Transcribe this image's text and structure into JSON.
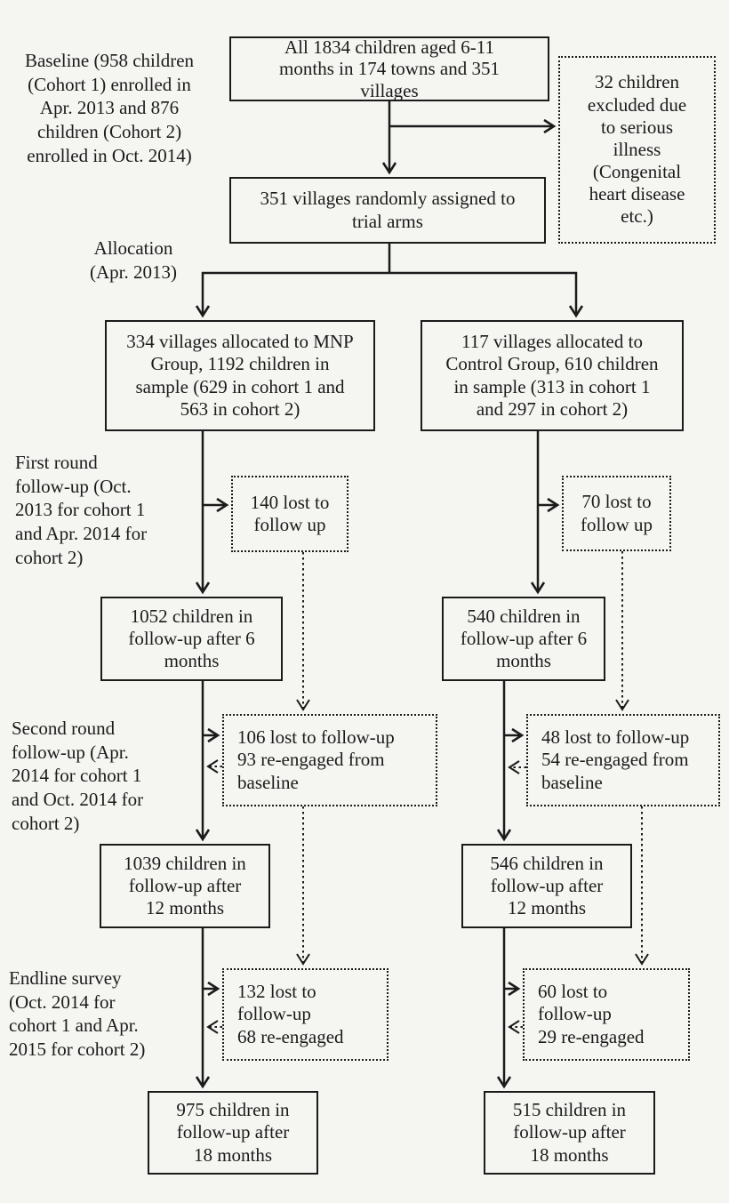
{
  "diagram": {
    "colors": {
      "background": "#f5f5f2",
      "ink": "#1b1b1b"
    },
    "labels": {
      "baseline": "Baseline (958 children\n(Cohort 1) enrolled in\nApr. 2013 and 876\nchildren (Cohort 2)\nenrolled in Oct. 2014)",
      "allocation": "Allocation\n(Apr. 2013)",
      "round1": "First round\nfollow-up (Oct.\n2013 for cohort 1\nand Apr. 2014 for\ncohort 2)",
      "round2": "Second round\nfollow-up (Apr.\n2014 for cohort 1\nand Oct. 2014 for\ncohort 2)",
      "endline": "Endline survey\n(Oct. 2014 for\ncohort 1 and Apr.\n2015 for cohort 2)"
    },
    "enrollment": "All 1834 children aged 6-11\nmonths in 174 towns and 351\nvillages",
    "excluded": "32 children\nexcluded due\nto serious\nillness\n(Congenital\nheart disease\netc.)",
    "randomization": "351 villages randomly assigned to\ntrial arms",
    "mnp": {
      "allocation": "334 villages allocated to MNP\nGroup, 1192 children in\nsample (629 in cohort 1 and\n563 in cohort 2)",
      "lost_round1": "140 lost to\nfollow up",
      "followup_6m": "1052 children in\nfollow-up after 6\nmonths",
      "lost_round2": "106 lost to follow-up\n93 re-engaged from\nbaseline",
      "followup_12m": "1039 children in\nfollow-up after\n12 months",
      "lost_round3": "132 lost to\nfollow-up\n68 re-engaged",
      "followup_18m": "975 children in\nfollow-up after\n18 months"
    },
    "control": {
      "allocation": "117 villages allocated to\nControl Group, 610 children\nin sample (313 in cohort 1\nand 297 in cohort 2)",
      "lost_round1": "70 lost to\nfollow up",
      "followup_6m": "540 children in\nfollow-up after 6\nmonths",
      "lost_round2": "48 lost to follow-up\n54 re-engaged from\nbaseline",
      "followup_12m": "546 children in\nfollow-up after\n12 months",
      "lost_round3": "60 lost to\nfollow-up\n29 re-engaged",
      "followup_18m": "515 children in\nfollow-up after\n18 months"
    }
  }
}
